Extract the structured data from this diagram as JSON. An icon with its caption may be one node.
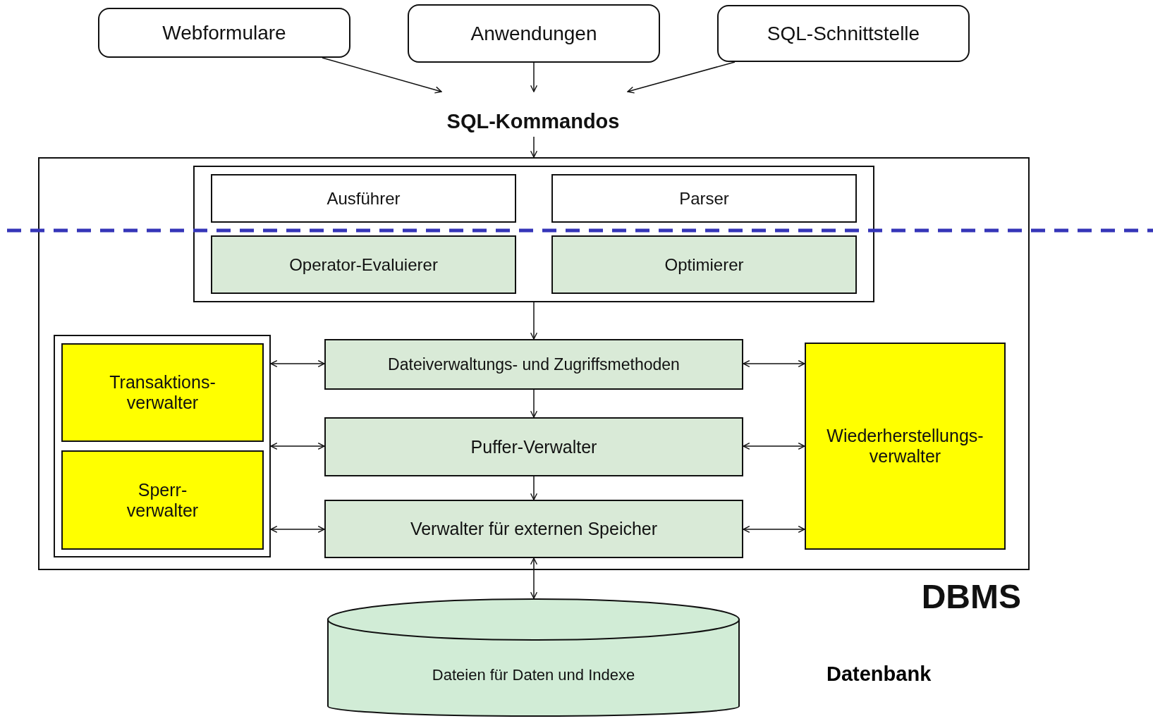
{
  "diagram": {
    "nodes": [
      {
        "text": [
          "Webformulare"
        ]
      },
      {
        "text": [
          "Anwendungen"
        ]
      },
      {
        "text": [
          "SQL-Schnittstelle"
        ]
      },
      {
        "text": [
          "SQL-Kommandos"
        ]
      },
      {
        "text": [
          "DBMS"
        ]
      },
      {
        "text": [],
        "shape": "box",
        "in": 4
      },
      {
        "text": [
          "Ausführer"
        ],
        "in": 5
      },
      {
        "text": [
          "Parser"
        ],
        "in": 5
      },
      {
        "text": [
          "Operator-Evaluierer"
        ],
        "in": 5
      },
      {
        "text": [
          "Optimierer"
        ],
        "in": 5
      },
      {
        "text": [],
        "shape": "box",
        "in": 4
      },
      {
        "text": [
          "Transaktions- verwalter"
        ],
        "in": 10
      },
      {
        "text": [
          "Sperr- verwalter"
        ],
        "in": 10
      },
      {
        "text": [
          "Dateiverwaltungs- und Zugriffsmethoden"
        ],
        "in": 4
      },
      {
        "text": [
          "Puffer-Verwalter"
        ],
        "in": 4
      },
      {
        "text": [
          "Verwalter für externen Speicher"
        ],
        "in": 4
      },
      {
        "text": [
          "Wiederherstellungs- verwalter"
        ],
        "in": 4
      },
      {
        "text": [
          "Dateien für Daten und Indexe"
        ]
      }
    ],
    "labels": [
      "Datenbank"
    ],
    "edges": [
      {
        "from": 0,
        "to": 3,
        "arrow": "to"
      },
      {
        "from": 1,
        "to": 3,
        "arrow": "to"
      },
      {
        "from": 2,
        "to": 3,
        "arrow": "to"
      },
      {
        "from": 3,
        "to": 4,
        "arrow": "to"
      },
      {
        "from": 5,
        "to": 13,
        "arrow": "to"
      },
      {
        "from": 10,
        "to": 13,
        "arrow": "both"
      },
      {
        "from": 13,
        "to": 16,
        "arrow": "both"
      },
      {
        "from": 13,
        "to": 14,
        "arrow": "to"
      },
      {
        "from": 10,
        "to": 14,
        "arrow": "both"
      },
      {
        "from": 14,
        "to": 16,
        "arrow": "both"
      },
      {
        "from": 14,
        "to": 15,
        "arrow": "to"
      },
      {
        "from": 10,
        "to": 15,
        "arrow": "both"
      },
      {
        "from": 15,
        "to": 16,
        "arrow": "both"
      },
      {
        "from": 15,
        "to": 17,
        "arrow": "both"
      }
    ]
  }
}
